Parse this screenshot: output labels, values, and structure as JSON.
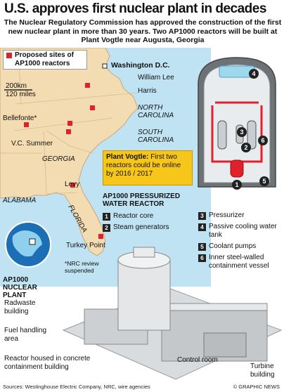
{
  "header": {
    "title": "U.S. approves first nuclear plant in decades",
    "subtitle": "The Nuclear Regulatory Commission has approved the construction of the first new nuclear plant in more than 30 years. Two AP1000 reactors will be built at Plant Vogtle near Augusta, Georgia"
  },
  "map": {
    "legend": "Proposed sites of AP1000 reactors",
    "scale_km": "200km",
    "scale_miles": "120 miles",
    "capital": "Washington D.C.",
    "sites": [
      "William Lee",
      "Harris",
      "Bellefonte*",
      "V.C. Summer",
      "Levy",
      "Turkey Point"
    ],
    "states": [
      "NORTH CAROLINA",
      "SOUTH CAROLINA",
      "GEORGIA",
      "ALABAMA",
      "FLORIDA"
    ],
    "callout_title": "Plant Vogtle:",
    "callout_text": "First two reactors could be online by 2016 / 2017",
    "note": "*NRC review suspended",
    "accent_color": "#e0202a",
    "land_color": "#f3dcb2",
    "sea_color": "#bfe3f2"
  },
  "reactor": {
    "title": "AP1000 PRESSURIZED WATER REACTOR",
    "components": [
      {
        "num": "1",
        "label": "Reactor core"
      },
      {
        "num": "2",
        "label": "Steam generators"
      },
      {
        "num": "3",
        "label": "Pressurizer"
      },
      {
        "num": "4",
        "label": "Passive cooling water tank"
      },
      {
        "num": "5",
        "label": "Coolant pumps"
      },
      {
        "num": "6",
        "label": "Inner steel-walled containment vessel"
      }
    ]
  },
  "plant": {
    "title": "AP1000 NUCLEAR PLANT",
    "labels": {
      "radwaste": "Radwaste building",
      "fuel": "Fuel handling area",
      "containment": "Reactor housed in concrete containment building",
      "control": "Control room",
      "turbine": "Turbine building"
    }
  },
  "footer": {
    "sources": "Sources: Westinghouse Electric Company, NRC, wire agencies",
    "credit": "© GRAPHIC NEWS"
  }
}
